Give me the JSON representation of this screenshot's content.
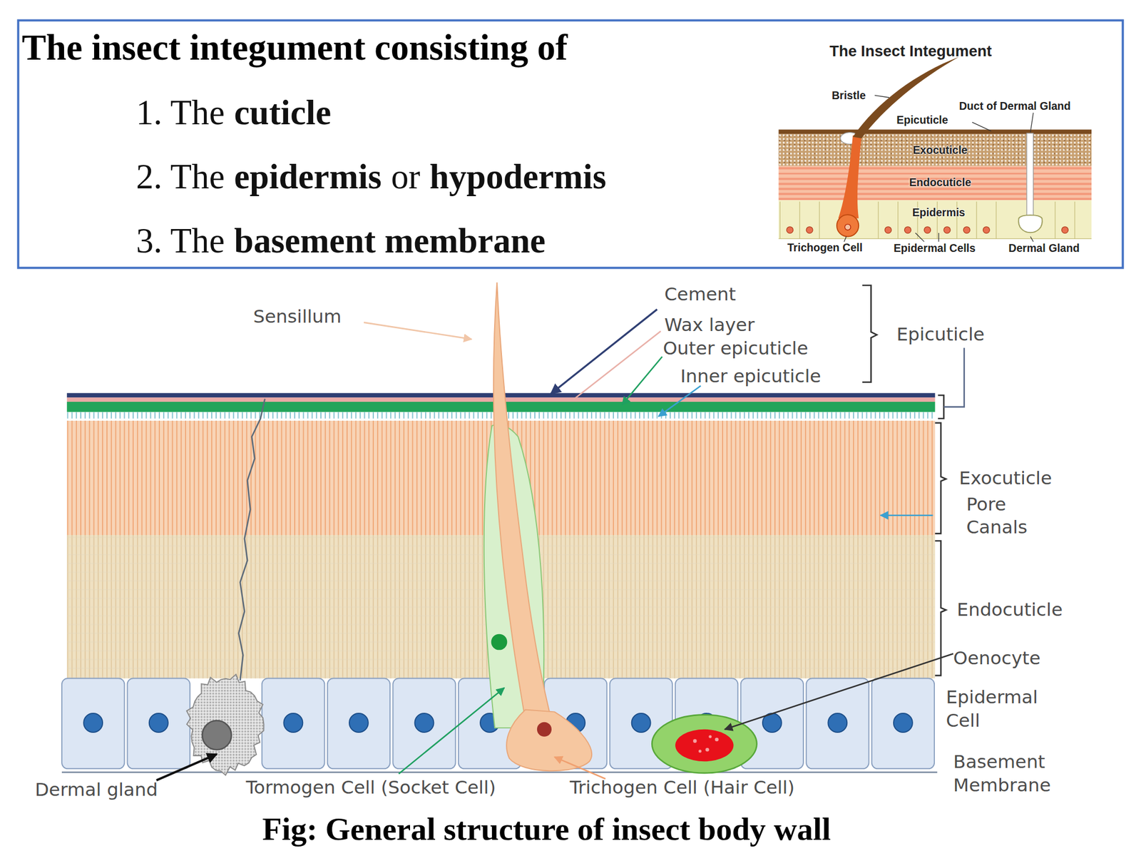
{
  "diagram": {
    "title": "The insect integument consisting of",
    "caption": "Fig: General structure of insect body wall",
    "nodes": [
      {
        "text": [
          "Exocuticle"
        ]
      },
      {
        "text": [
          "Endocuticle"
        ]
      },
      {
        "text": [
          "Epidermis"
        ]
      }
    ],
    "labels": [
      "1. The",
      "cuticle",
      "2. The",
      "epidermis",
      "or",
      "hypodermis",
      "3. The",
      "basement membrane",
      "The Insect Integument",
      "Bristle",
      "Duct of Dermal Gland",
      "Epicuticle",
      "Trichogen Cell",
      "Epidermal Cells",
      "Dermal Gland",
      "Sensillum",
      "Cement",
      "Wax layer",
      "Outer epicuticle",
      "Inner epicuticle",
      "Epicuticle",
      "Exocuticle",
      "Pore Canals",
      "Endocuticle",
      "Oenocyte",
      "Epidermal Cell",
      "Basement Membrane",
      "Dermal gland",
      "Tormogen Cell (Socket Cell)",
      "Trichogen Cell (Hair Cell)"
    ]
  }
}
